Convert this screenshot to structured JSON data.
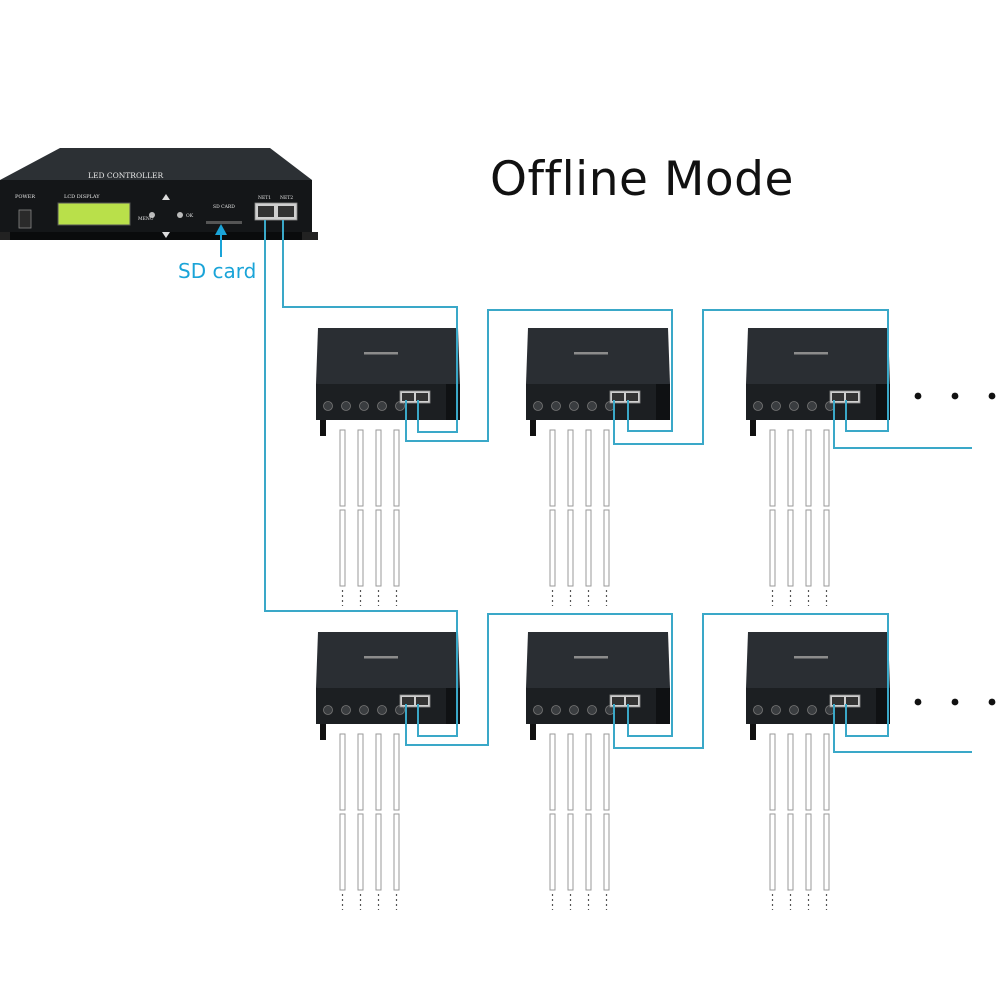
{
  "title": "Offline Mode",
  "controller": {
    "brand": "LED  CONTROLLER",
    "lcd_label": "LCD DISPLAY",
    "power_label": "POWER",
    "menu_label": "MENU",
    "ok_label": "OK",
    "sd_slot_label": "SD CARD",
    "net1_label": "NET1",
    "net2_label": "NET2"
  },
  "sd_card_label": "SD card",
  "ellipsis": "• • •",
  "colors": {
    "cable": "#3aa8c8",
    "device_body": "#1c1f22",
    "sd_accent": "#1aa4d8",
    "lcd": "#b9e04a"
  }
}
